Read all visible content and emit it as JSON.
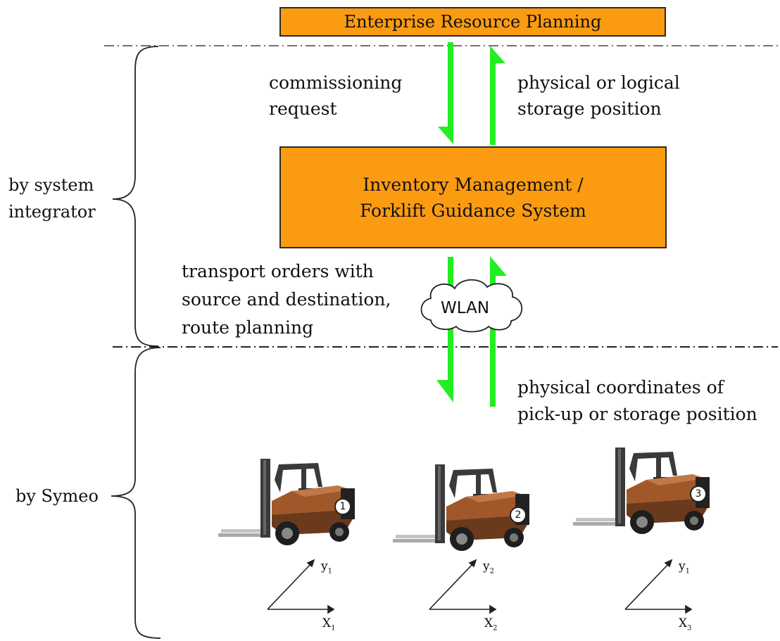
{
  "colors": {
    "box_fill": "#fb9b12",
    "arrow": "#22ee22",
    "cab": "#4a4a4a",
    "body": "#a0582a"
  },
  "erp": {
    "label": "Enterprise Resource Planning"
  },
  "ims": {
    "line1": "Inventory Management /",
    "line2": "Forklift Guidance System"
  },
  "top_left_label": {
    "line1": "commissioning",
    "line2": "request"
  },
  "top_right_label": {
    "line1": "physical or logical",
    "line2": "storage position"
  },
  "mid_left_label": {
    "line1": "transport orders with",
    "line2": "source and destination,",
    "line3": "route planning"
  },
  "bottom_right_label": {
    "line1": "physical coordinates of",
    "line2": "pick-up or storage position"
  },
  "wlan": {
    "label": "WLAN"
  },
  "brackets": {
    "integrator": {
      "line1": "by system",
      "line2": "integrator"
    },
    "symeo": {
      "label": "by Symeo"
    }
  },
  "forklifts": [
    {
      "number": "1",
      "y_label": "y",
      "y_sub": "1",
      "x_label": "X",
      "x_sub": "1"
    },
    {
      "number": "2",
      "y_label": "y",
      "y_sub": "2",
      "x_label": "X",
      "x_sub": "2"
    },
    {
      "number": "3",
      "y_label": "y",
      "y_sub": "1",
      "x_label": "X",
      "x_sub": "3"
    }
  ]
}
